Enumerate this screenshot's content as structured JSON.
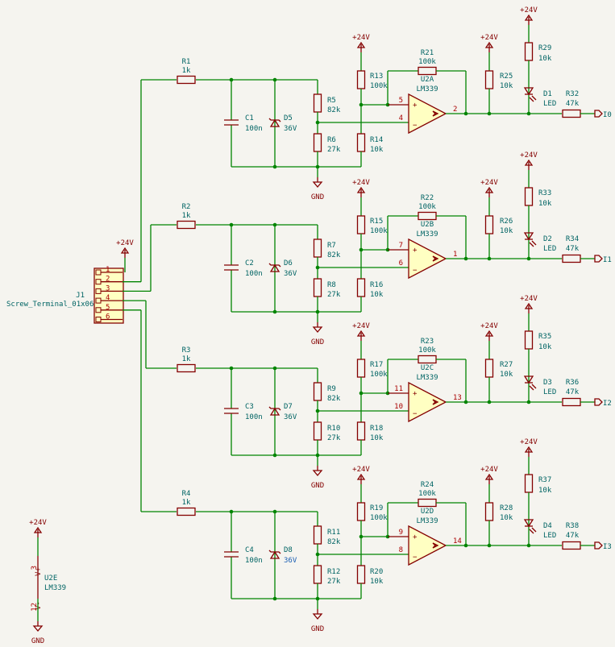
{
  "power": {
    "vcc": "+24V",
    "gnd": "GND"
  },
  "connector": {
    "ref": "J1",
    "value": "Screw_Terminal_01x06",
    "pins": [
      "1",
      "2",
      "3",
      "4",
      "5",
      "6"
    ]
  },
  "channels": [
    {
      "r_in": [
        "R1",
        "1k"
      ],
      "cap": [
        "C1",
        "100n"
      ],
      "zener": [
        "D5",
        "36V"
      ],
      "r_top": [
        "R5",
        "82k"
      ],
      "r_bot": [
        "R6",
        "27k"
      ],
      "r_ref_top": [
        "R13",
        "100k"
      ],
      "r_ref_bot": [
        "R14",
        "10k"
      ],
      "r_fb": [
        "R21",
        "100k"
      ],
      "amp": [
        "U2A",
        "LM339"
      ],
      "pins": {
        "plus": "5",
        "minus": "4",
        "out": "2"
      },
      "r_pu": [
        "R25",
        "10k"
      ],
      "r_led": [
        "R29",
        "10k"
      ],
      "led": [
        "D1",
        "LED"
      ],
      "r_out": [
        "R32",
        "47k"
      ],
      "label": "I0"
    },
    {
      "r_in": [
        "R2",
        "1k"
      ],
      "cap": [
        "C2",
        "100n"
      ],
      "zener": [
        "D6",
        "36V"
      ],
      "r_top": [
        "R7",
        "82k"
      ],
      "r_bot": [
        "R8",
        "27k"
      ],
      "r_ref_top": [
        "R15",
        "100k"
      ],
      "r_ref_bot": [
        "R16",
        "10k"
      ],
      "r_fb": [
        "R22",
        "100k"
      ],
      "amp": [
        "U2B",
        "LM339"
      ],
      "pins": {
        "plus": "7",
        "minus": "6",
        "out": "1"
      },
      "r_pu": [
        "R26",
        "10k"
      ],
      "r_led": [
        "R33",
        "10k"
      ],
      "led": [
        "D2",
        "LED"
      ],
      "r_out": [
        "R34",
        "47k"
      ],
      "label": "I1"
    },
    {
      "r_in": [
        "R3",
        "1k"
      ],
      "cap": [
        "C3",
        "100n"
      ],
      "zener": [
        "D7",
        "36V"
      ],
      "r_top": [
        "R9",
        "82k"
      ],
      "r_bot": [
        "R10",
        "27k"
      ],
      "r_ref_top": [
        "R17",
        "100k"
      ],
      "r_ref_bot": [
        "R18",
        "10k"
      ],
      "r_fb": [
        "R23",
        "100k"
      ],
      "amp": [
        "U2C",
        "LM339"
      ],
      "pins": {
        "plus": "11",
        "minus": "10",
        "out": "13"
      },
      "r_pu": [
        "R27",
        "10k"
      ],
      "r_led": [
        "R35",
        "10k"
      ],
      "led": [
        "D3",
        "LED"
      ],
      "r_out": [
        "R36",
        "47k"
      ],
      "label": "I2"
    },
    {
      "r_in": [
        "R4",
        "1k"
      ],
      "cap": [
        "C4",
        "100n"
      ],
      "zener": [
        "D8",
        "36V"
      ],
      "r_top": [
        "R11",
        "82k"
      ],
      "r_bot": [
        "R12",
        "27k"
      ],
      "r_ref_top": [
        "R19",
        "100k"
      ],
      "r_ref_bot": [
        "R20",
        "10k"
      ],
      "r_fb": [
        "R24",
        "100k"
      ],
      "amp": [
        "U2D",
        "LM339"
      ],
      "pins": {
        "plus": "9",
        "minus": "8",
        "out": "14"
      },
      "r_pu": [
        "R28",
        "10k"
      ],
      "r_led": [
        "R37",
        "10k"
      ],
      "led": [
        "D4",
        "LED"
      ],
      "r_out": [
        "R38",
        "47k"
      ],
      "label": "I3"
    }
  ],
  "power_unit": {
    "ref": "U2E",
    "value": "LM339",
    "pin_vplus": "3",
    "pin_vminus": "12",
    "vplus": "V+",
    "vminus": "V-"
  }
}
